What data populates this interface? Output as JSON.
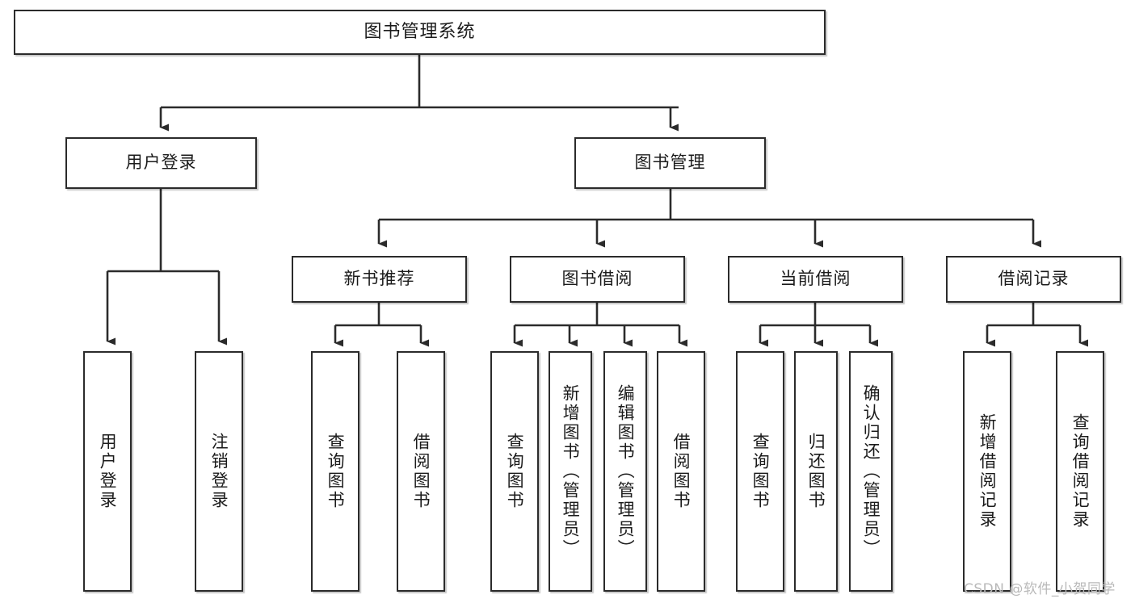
{
  "diagram": {
    "title": "图书管理系统",
    "type": "tree-hierarchy",
    "orientation": "top-down",
    "colors": {
      "box_border": "#2b2b2b",
      "box_fill": "#ffffff",
      "edge": "#2b2b2b",
      "text": "#1b1b1b",
      "watermark": "#b9b9b9"
    },
    "root": {
      "label": "图书管理系统"
    },
    "level2": [
      {
        "label": "用户登录"
      },
      {
        "label": "图书管理"
      }
    ],
    "level3": [
      {
        "label": "新书推荐"
      },
      {
        "label": "图书借阅"
      },
      {
        "label": "当前借阅"
      },
      {
        "label": "借阅记录"
      }
    ],
    "leaves": {
      "user_login": [
        {
          "label": "用户登录"
        },
        {
          "label": "注销登录"
        }
      ],
      "new_book_recommend": [
        {
          "label": "查询图书"
        },
        {
          "label": "借阅图书"
        }
      ],
      "book_borrow": [
        {
          "label": "查询图书"
        },
        {
          "label": "新增图书（管理员）"
        },
        {
          "label": "编辑图书（管理员）"
        },
        {
          "label": "借阅图书"
        }
      ],
      "current_borrow": [
        {
          "label": "查询图书"
        },
        {
          "label": "归还图书"
        },
        {
          "label": "确认归还（管理员）"
        }
      ],
      "borrow_record": [
        {
          "label": "新增借阅记录"
        },
        {
          "label": "查询借阅记录"
        }
      ]
    }
  },
  "watermark": {
    "text": "CSDN @软件_小贺同学"
  }
}
